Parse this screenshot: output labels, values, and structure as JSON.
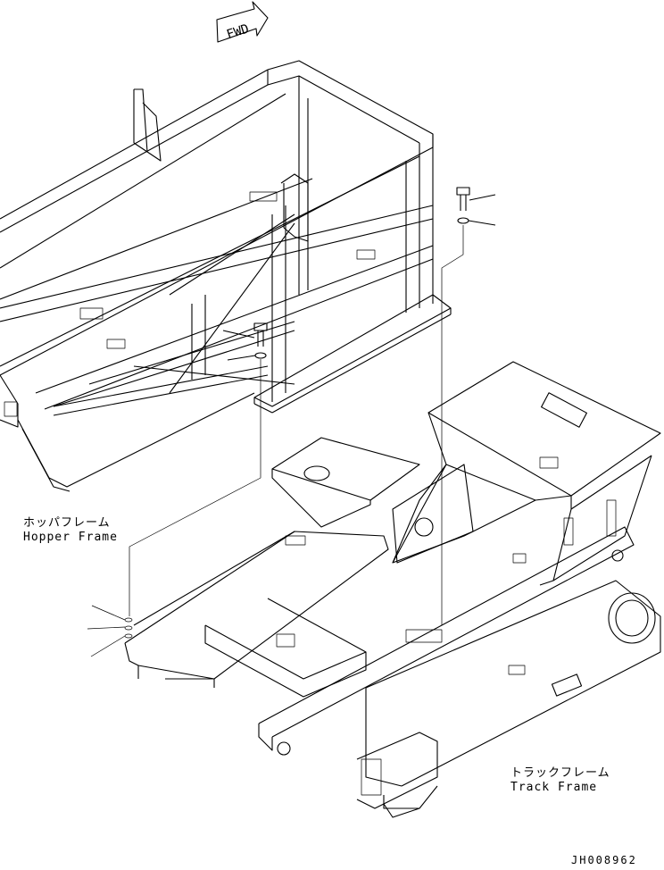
{
  "fwd_arrow": {
    "text": "FWD"
  },
  "labels": {
    "hopper_frame_jp": "ホッパフレーム",
    "hopper_frame_en": "Hopper Frame",
    "track_frame_jp": "トラックフレーム",
    "track_frame_en": "Track Frame"
  },
  "drawing_number": "JH008962"
}
